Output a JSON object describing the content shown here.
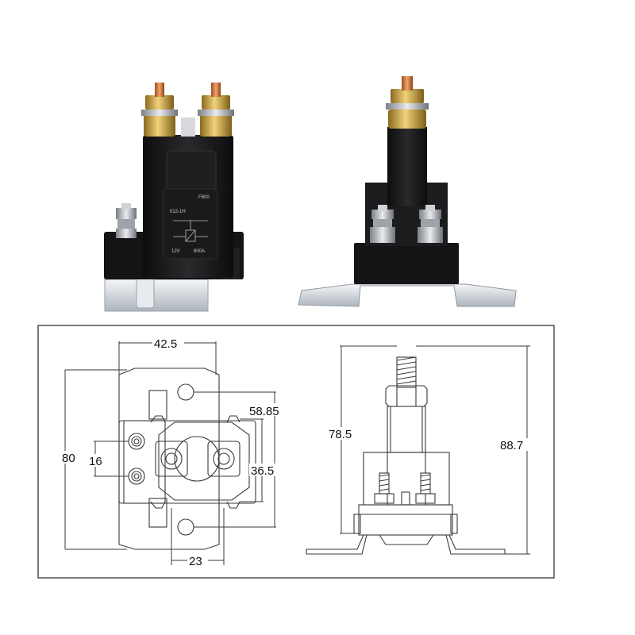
{
  "relay_labels": {
    "model": "012-1H",
    "brand": "F800",
    "voltage": "12V",
    "current": "800A"
  },
  "dimensions": {
    "top_width": "42.5",
    "mount_span": "58.85",
    "total_length": "80",
    "small_terminal_spacing": "16",
    "large_terminal_spacing": "36.5",
    "bottom_width": "23",
    "body_height": "78.5",
    "total_height": "88.7"
  },
  "colors": {
    "housing": "#1b1b1d",
    "brass": "#c9a338",
    "copper": "#d98548",
    "steel": "#c4c7cc",
    "bracket": "#dfe3e8",
    "line": "#3a3a3a"
  }
}
